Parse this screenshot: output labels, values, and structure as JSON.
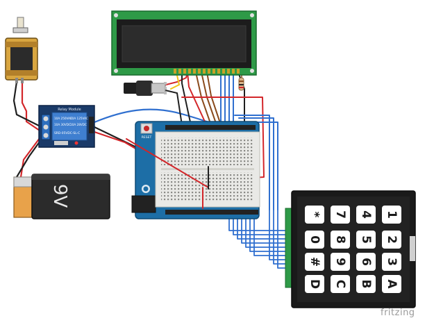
{
  "battery": {
    "label": "9V"
  },
  "relay": {
    "title": "Relay Module",
    "specs": [
      "10A 250VAC",
      "10A 125VAC",
      "10A 30VDC",
      "10A 28VDC"
    ],
    "part": "SRD-05VDC-SL-C"
  },
  "arduino": {
    "reset_label": "RESET"
  },
  "keypad": {
    "keys": [
      "1",
      "2",
      "3",
      "A",
      "4",
      "5",
      "6",
      "B",
      "7",
      "8",
      "9",
      "C",
      "*",
      "0",
      "#",
      "D"
    ]
  },
  "watermark": "fritzing",
  "colors": {
    "wire_red": "#d3262a",
    "wire_blue": "#2f6fcf",
    "wire_black": "#1f1f1f",
    "wire_brown": "#8a4a1c",
    "wire_yellow": "#f0c419",
    "arduino": "#1d6ea6",
    "lcd_frame": "#2e9a47",
    "keypad_body": "#1a1a1a"
  }
}
